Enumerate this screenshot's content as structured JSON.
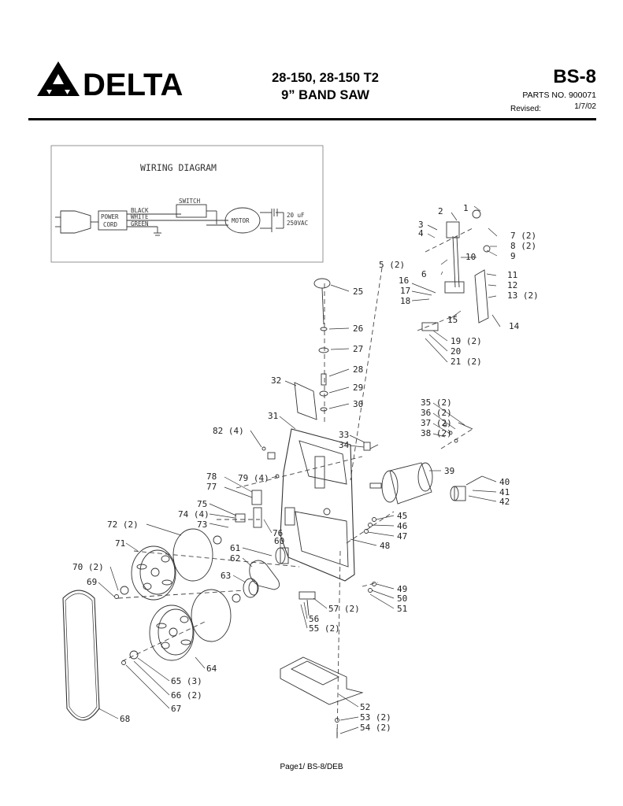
{
  "header": {
    "brand": "DELTA",
    "model_line1": "28-150, 28-150 T2",
    "model_line2": "9” BAND SAW",
    "page_code": "BS-8",
    "parts_no": "PARTS NO. 900071",
    "revised_label": "Revised:",
    "revised_date": "1/7/02"
  },
  "wiring": {
    "title": "WIRING DIAGRAM",
    "power_cord": [
      "POWER",
      "CORD"
    ],
    "black": "BLACK",
    "white": "WHITE",
    "green": "GREEN",
    "switch": "SWITCH",
    "motor": "MOTOR",
    "cap": [
      "20 uF",
      "250VAC"
    ]
  },
  "callouts": [
    "1",
    "2",
    "3",
    "4",
    "5 (2)",
    "6",
    "7 (2)",
    "8 (2)",
    "9",
    "10",
    "11",
    "12",
    "13 (2)",
    "14",
    "15",
    "16",
    "17",
    "18",
    "19 (2)",
    "20",
    "21 (2)",
    "25",
    "26",
    "27",
    "28",
    "29",
    "30",
    "32",
    "31",
    "33",
    "34",
    "35 (2)",
    "36 (2)",
    "37 (2)",
    "38 (2)",
    "39",
    "40",
    "41",
    "42",
    "82 (4)",
    "78",
    "77",
    "79 (4)",
    "75",
    "74 (4)",
    "73",
    "72 (2)",
    "71",
    "76",
    "45",
    "46",
    "47",
    "48",
    "61",
    "62",
    "60",
    "63",
    "70 (2)",
    "69",
    "49",
    "50",
    "51",
    "57 (2)",
    "56",
    "55 (2)",
    "64",
    "65 (3)",
    "66 (2)",
    "67",
    "68",
    "52",
    "53 (2)",
    "54 (2)"
  ],
  "footer": "Page1/ BS-8/DEB"
}
